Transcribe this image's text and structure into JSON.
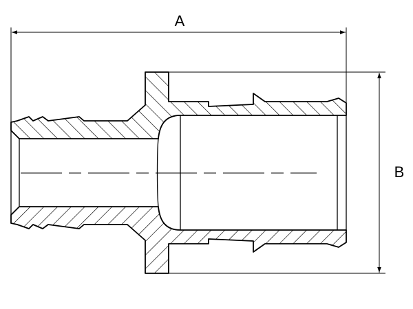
{
  "drawing": {
    "dimensions": [
      {
        "id": "A",
        "label": "A"
      },
      {
        "id": "B",
        "label": "B"
      }
    ],
    "part": "reducing-hose-barb-coupling-section"
  }
}
